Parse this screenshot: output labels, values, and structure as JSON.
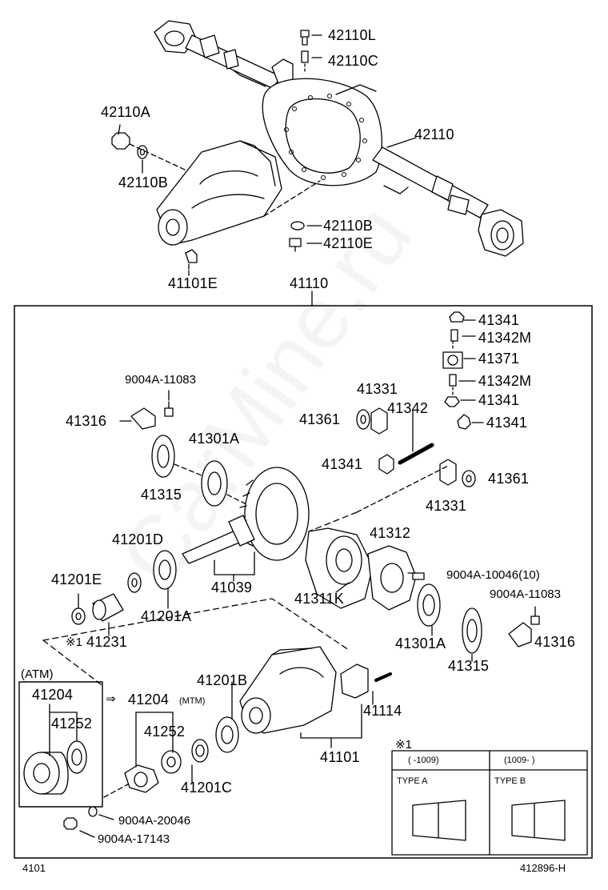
{
  "watermark": "CarMine.ru",
  "labels": {
    "p42110L": "42110L",
    "p42110C": "42110C",
    "p42110A": "42110A",
    "p42110": "42110",
    "p42110B_top": "42110B",
    "p42110B_mid": "42110B",
    "p42110E": "42110E",
    "p41101E": "41101E",
    "p41110": "41110",
    "p41341_a": "41341",
    "p41342M_a": "41342M",
    "p41371": "41371",
    "p41342M_b": "41342M",
    "p41341_b": "41341",
    "p41341_c": "41341",
    "p9004A_11083_a": "9004A-11083",
    "p41331_a": "41331",
    "p41316_a": "41316",
    "p41361_a": "41361",
    "p41342": "41342",
    "p41301A_a": "41301A",
    "p41341_d": "41341",
    "p41315_a": "41315",
    "p41361_b": "41361",
    "p41331_b": "41331",
    "p41201D": "41201D",
    "p41312": "41312",
    "p41201E": "41201E",
    "p41039": "41039",
    "p41311K": "41311K",
    "p9004A_10046": "9004A-10046(10)",
    "p41201A": "41201A",
    "p9004A_11083_b": "9004A-11083",
    "p41231": "41231",
    "p41316_b": "41316",
    "p41301A_b": "41301A",
    "p41315_b": "41315",
    "p41204_atm": "41204",
    "p41201B": "41201B",
    "p41204_mtm": "41204",
    "mtm_tag": "(MTM)",
    "p41252_atm": "41252",
    "p41114": "41114",
    "p41252_mtm": "41252",
    "p41101": "41101",
    "p41201C": "41201C",
    "p9004A_20046": "9004A-20046",
    "p9004A_17143": "9004A-17143",
    "atm_title": "(ATM)",
    "note_mark": "※1",
    "note_mark_small": "※1",
    "note_col1": "(     -1009)",
    "note_col2": "(1009-     )",
    "type_a": "TYPE A",
    "type_b": "TYPE B",
    "arrow_glyph": "⇒"
  },
  "footer": {
    "left": "4101",
    "right": "412896-H"
  }
}
